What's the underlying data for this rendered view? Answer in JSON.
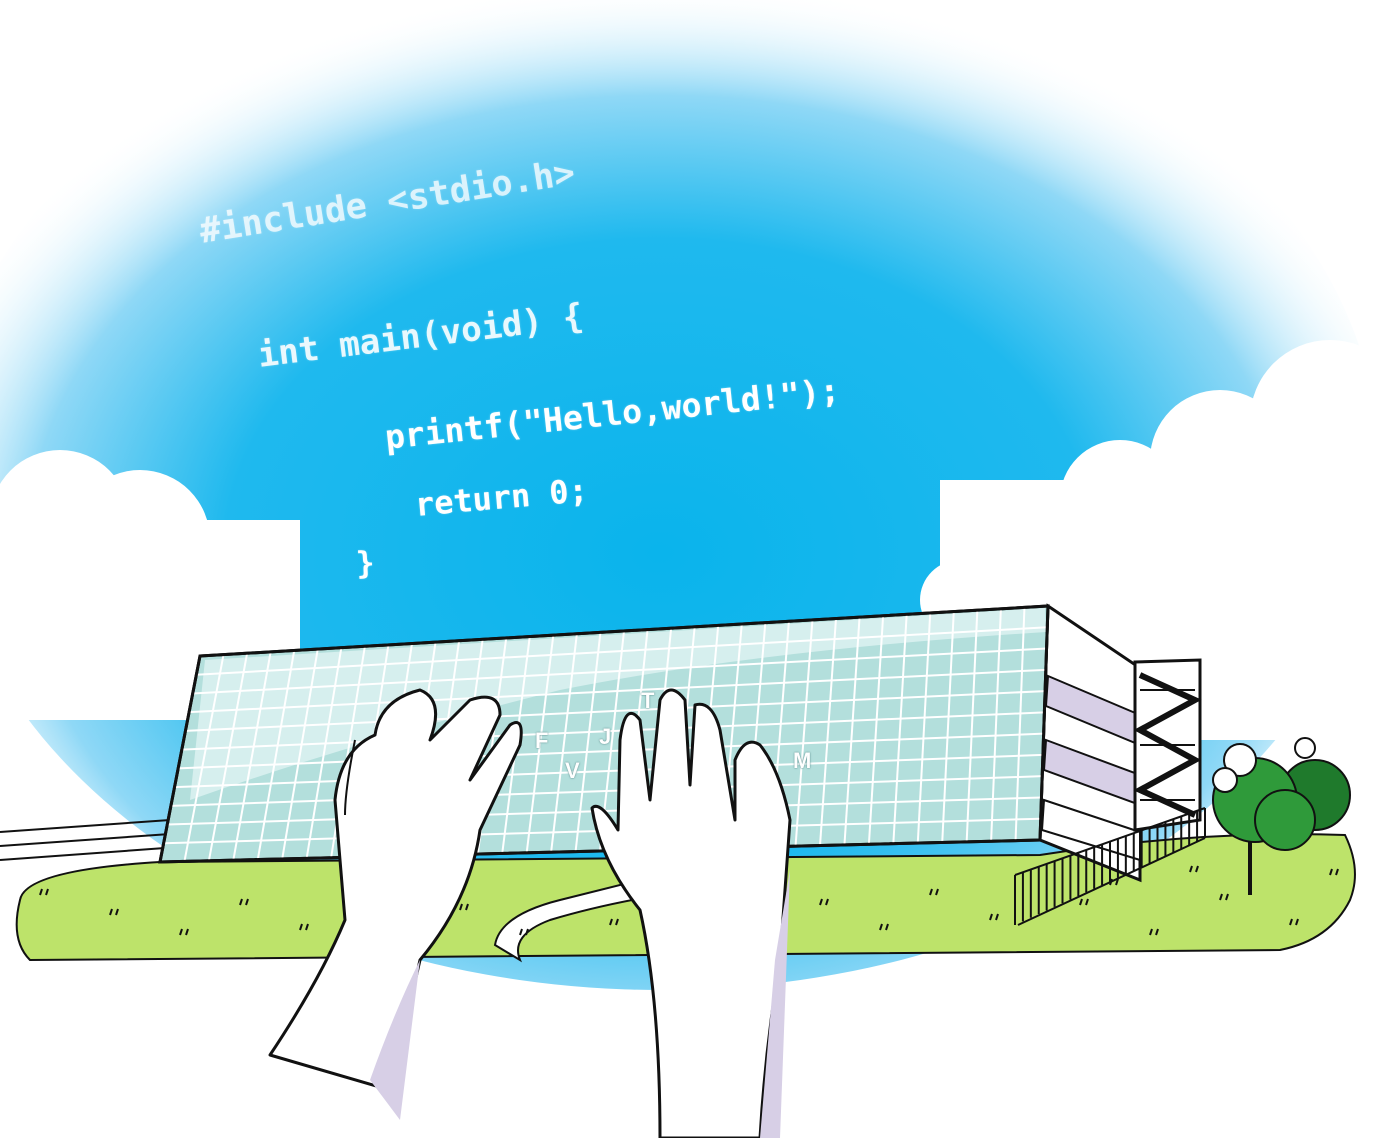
{
  "code_lines": {
    "include": "#include <stdio.h>",
    "main": "int main(void) {",
    "printf": "printf(\"Hello,world!\");",
    "return": "return 0;",
    "close": "}"
  },
  "keys": {
    "f": "F",
    "j": "J",
    "t": "T",
    "v": "V",
    "m": "M"
  },
  "colors": {
    "sky": "#0ab4ec",
    "cloud": "#ffffff",
    "glass": "#b3dfdc",
    "glass_light": "#d6efee",
    "grass": "#bde36a",
    "tree": "#2f9a3a",
    "tree_dark": "#1f7a2c",
    "shadow": "#d7cfe6",
    "outline": "#111111"
  }
}
